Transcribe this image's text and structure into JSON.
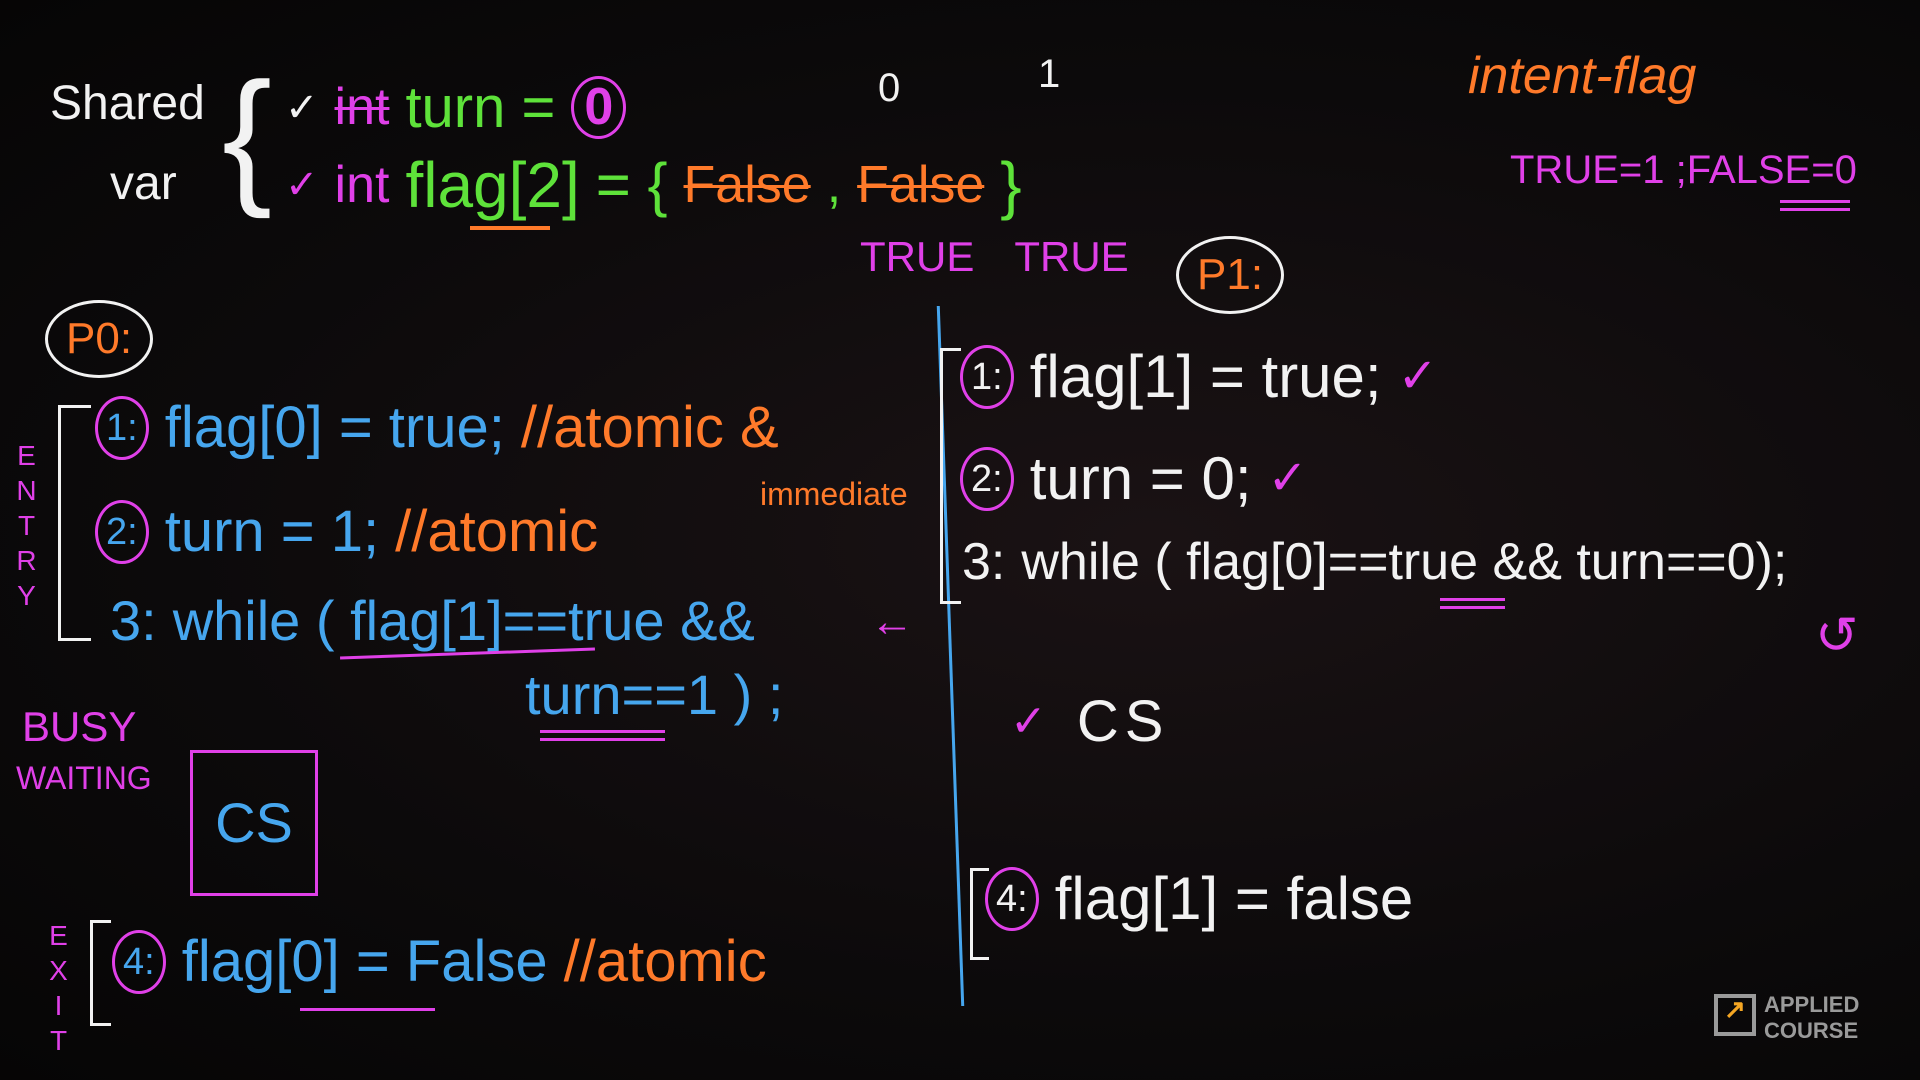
{
  "shared": {
    "label1": "Shared",
    "label2": "var",
    "brace": "{",
    "line1": {
      "check": "✓",
      "type": "int",
      "expr": "turn =",
      "value": "0"
    },
    "line2": {
      "check": "✓",
      "type": "int",
      "expr": "flag[2]",
      "eq": "= {",
      "val0": "False",
      "comma": ",",
      "val1": "False",
      "close": "}"
    },
    "index0": "0",
    "index1": "1",
    "true0": "TRUE",
    "true1": "TRUE"
  },
  "legend": {
    "title": "intent-flag",
    "values": "TRUE=1 ;FALSE=0"
  },
  "p0": {
    "label": "P0:",
    "entry_label": "ENTRY",
    "lines": [
      {
        "num": "1:",
        "code": "flag[0] = true;",
        "comment": "//atomic &",
        "note": "immediate"
      },
      {
        "num": "2:",
        "code": "turn = 1;",
        "comment": "//atomic"
      },
      {
        "num": "3:",
        "code": "while ( flag[1]==true &&"
      },
      {
        "code": "turn==1 ) ;"
      }
    ],
    "busy1": "BUSY",
    "busy2": "WAITING",
    "cs": "CS",
    "exit_label": "EXIT",
    "exit_line": {
      "num": "4:",
      "code": "flag[0] = False",
      "comment": "//atomic"
    }
  },
  "p1": {
    "label": "P1:",
    "lines": [
      {
        "num": "1:",
        "code": "flag[1] = true;",
        "check": "✓"
      },
      {
        "num": "2:",
        "code": "turn = 0;",
        "check": "✓"
      },
      {
        "num": "3:",
        "code": "while ( flag[0]==true && turn==0);"
      }
    ],
    "cs_check": "✓",
    "cs": "CS",
    "exit_line": {
      "num": "4:",
      "code": "flag[1] = false"
    }
  },
  "logo": {
    "line1": "APPLIED",
    "line2": "COURSE"
  }
}
